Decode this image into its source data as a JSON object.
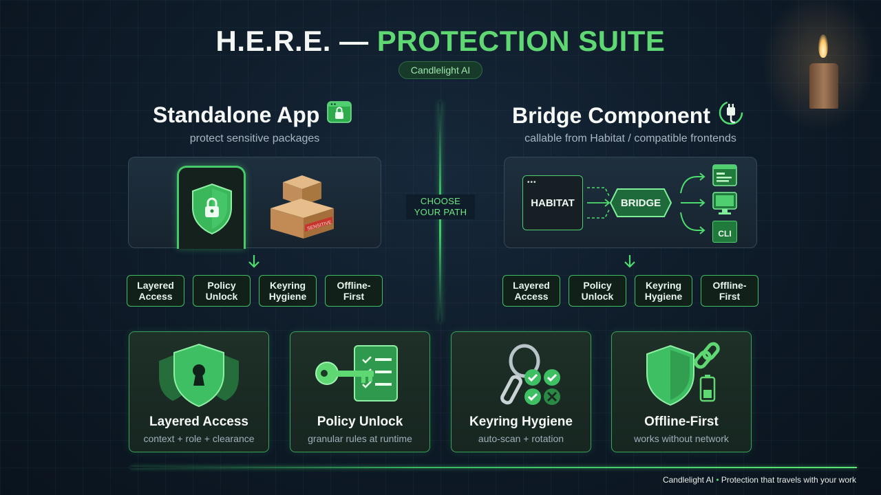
{
  "header": {
    "title_part1": "H.E.R.E. —",
    "title_part2": "PROTECTION SUITE",
    "brand_badge": "Candlelight AI"
  },
  "divider": {
    "label": "CHOOSE\nYOUR PATH"
  },
  "standalone": {
    "title": "Standalone App",
    "subtitle": "protect sensitive packages",
    "package_label": "SENSITIVE",
    "features": [
      "Layered\nAccess",
      "Policy\nUnlock",
      "Keyring\nHygiene",
      "Offline-\nFirst"
    ]
  },
  "bridge": {
    "title": "Bridge Component",
    "subtitle": "callable from Habitat / compatible frontends",
    "habitat_label": "HABITAT",
    "bridge_label": "BRIDGE",
    "cli_label": "CLI",
    "features": [
      "Layered\nAccess",
      "Policy\nUnlock",
      "Keyring\nHygiene",
      "Offline-\nFirst"
    ]
  },
  "cards": [
    {
      "title": "Layered Access",
      "subtitle": "context + role + clearance",
      "icon": "shield-keyhole-icon"
    },
    {
      "title": "Policy Unlock",
      "subtitle": "granular rules at runtime",
      "icon": "key-checklist-icon"
    },
    {
      "title": "Keyring Hygiene",
      "subtitle": "auto-scan + rotation",
      "icon": "keyring-check-icon"
    },
    {
      "title": "Offline-First",
      "subtitle": "works without network",
      "icon": "shield-link-battery-icon"
    }
  ],
  "footer": {
    "brand": "Candlelight AI",
    "separator": "•",
    "tagline": "Protection that travels with your work"
  },
  "colors": {
    "accent_green": "#5fd873",
    "background": "#0f1c2a",
    "panel": "#1e2f3e"
  }
}
